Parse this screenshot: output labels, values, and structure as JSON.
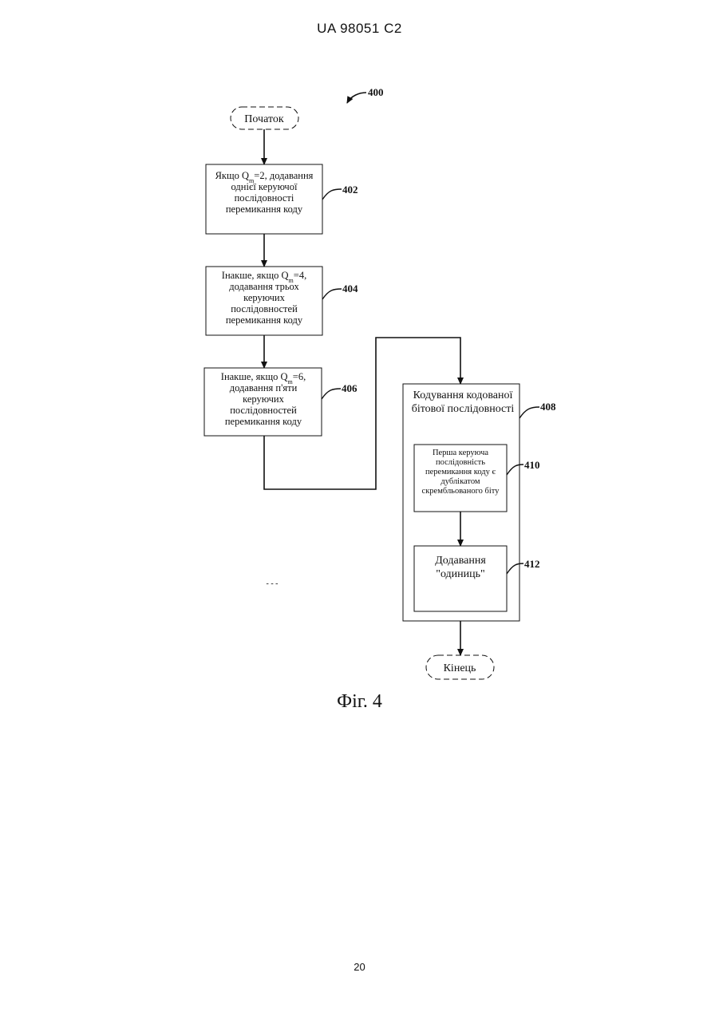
{
  "header": "UA   98051   C2",
  "page_number": "20",
  "figure_caption": "Фіг. 4",
  "diagram": {
    "ref_main": "400",
    "start_label": "Початок",
    "end_label": "Кінець",
    "step_402": {
      "lines": [
        "Якщо Q",
        "=2, додавання",
        "однієї керуючої",
        "послідовності",
        "перемикання коду"
      ],
      "sub": "m",
      "ref": "402"
    },
    "step_404": {
      "lines": [
        "Інакше, якщо Q",
        "=4,",
        "додавання трьох",
        "керуючих",
        "послідовностей",
        "перемикання коду"
      ],
      "sub": "m",
      "ref": "404"
    },
    "step_406": {
      "lines": [
        "Інакше, якщо Q",
        "=6,",
        "додавання п'яти",
        "керуючих",
        "послідовностей",
        "перемикання коду"
      ],
      "sub": "m",
      "ref": "406"
    },
    "step_408": {
      "lines": [
        "Кодування кодованої",
        "бітової послідовності"
      ],
      "ref": "408"
    },
    "step_410": {
      "lines": [
        "Перша керуюча",
        "послідовність",
        "перемикання коду є",
        "дублікатом",
        "скрембльованого біту"
      ],
      "ref": "410"
    },
    "step_412": {
      "lines": [
        "Додавання",
        "\"одиниць\""
      ],
      "ref": "412"
    },
    "stray_marks": "- - -"
  }
}
